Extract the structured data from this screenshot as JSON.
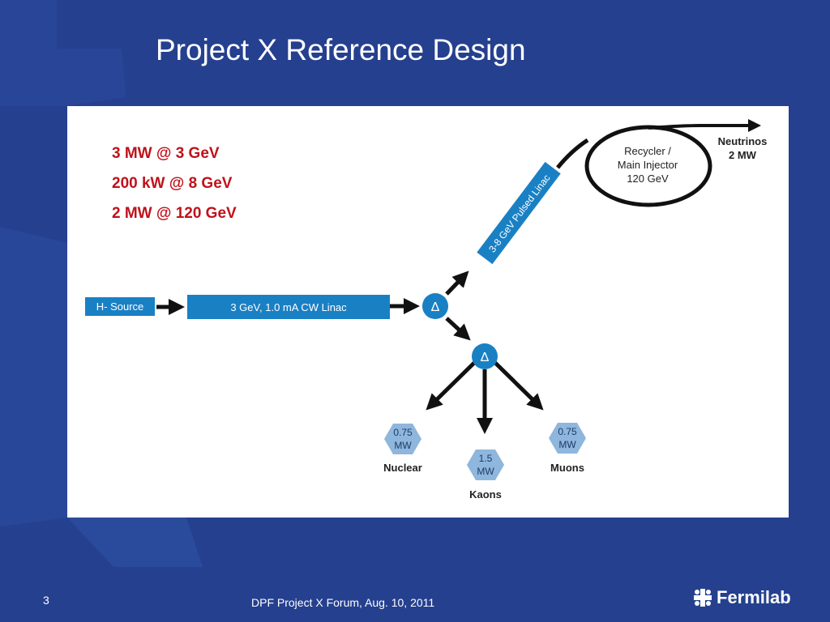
{
  "slide": {
    "title": "Project X Reference Design",
    "number": "3",
    "footer": "DPF Project X Forum, Aug. 10, 2011",
    "logo_text": "Fermilab"
  },
  "stats": [
    "3 MW @ 3 GeV",
    "200 kW @ 8 GeV",
    "2 MW @ 120 GeV"
  ],
  "diagram": {
    "source": "H- Source",
    "cw_linac": "3 GeV, 1.0 mA CW Linac",
    "splitter_symbol": "Δ",
    "pulsed_linac": "3-8 GeV Pulsed Linac",
    "ring": [
      "Recycler /",
      "Main Injector",
      "120 GeV"
    ],
    "neutrinos": [
      "Neutrinos",
      "2 MW"
    ],
    "targets": [
      {
        "power": [
          "0.75",
          "MW"
        ],
        "label": "Nuclear"
      },
      {
        "power": [
          "1.5",
          "MW"
        ],
        "label": "Kaons"
      },
      {
        "power": [
          "0.75",
          "MW"
        ],
        "label": "Muons"
      }
    ]
  },
  "colors": {
    "background": "#25408f",
    "box": "#1a80c4",
    "hexagon": "#8fb6dc",
    "stat_text": "#c0111a"
  }
}
